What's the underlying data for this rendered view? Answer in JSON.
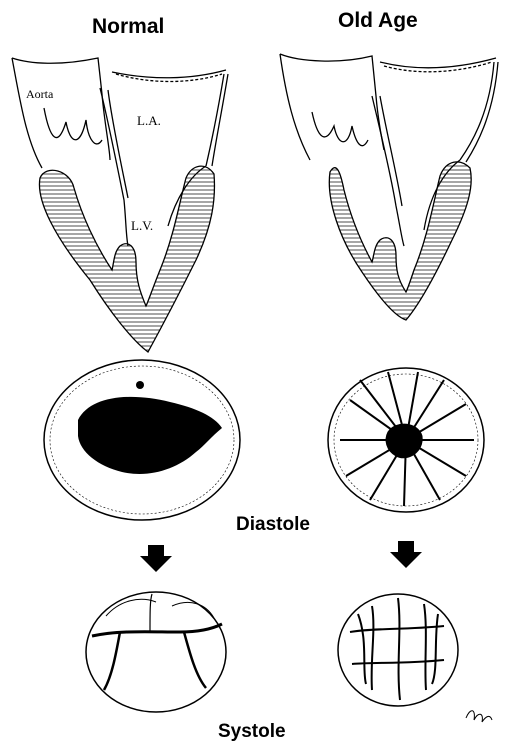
{
  "columns": {
    "normal": "Normal",
    "old_age": "Old Age"
  },
  "labels": {
    "aorta": "Aorta",
    "la": "L.A.",
    "lv": "L.V."
  },
  "phases": {
    "diastole": "Diastole",
    "systole": "Systole"
  },
  "colors": {
    "ink": "#000000",
    "paper": "#ffffff",
    "valve_opening": "#000000"
  }
}
